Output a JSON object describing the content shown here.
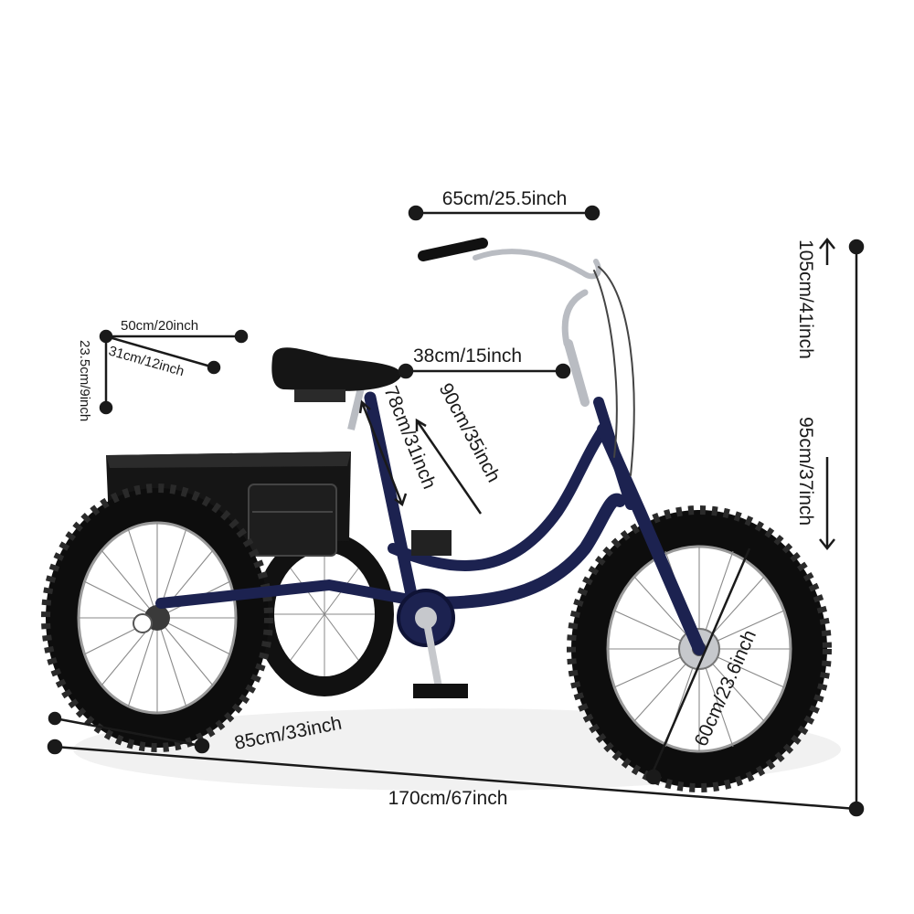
{
  "dimensions": {
    "handlebar_width": "65cm/25.5inch",
    "total_height": "105cm/41inch",
    "seat_height": "95cm/37inch",
    "basket_width": "50cm/20inch",
    "basket_depth": "31cm/12inch",
    "basket_height": "23.5cm/9inch",
    "seat_to_bar": "38cm/15inch",
    "min_seat_height": "78cm/31inch",
    "max_seat_height": "90cm/35inch",
    "wheel_diameter": "60cm/23.6inch",
    "rear_width": "85cm/33inch",
    "total_length": "170cm/67inch"
  },
  "colors": {
    "frame": "#1c2250",
    "tire": "#0d0d0d",
    "chrome": "#b9bcc2",
    "basket": "#151515",
    "line": "#1a1a1a"
  }
}
